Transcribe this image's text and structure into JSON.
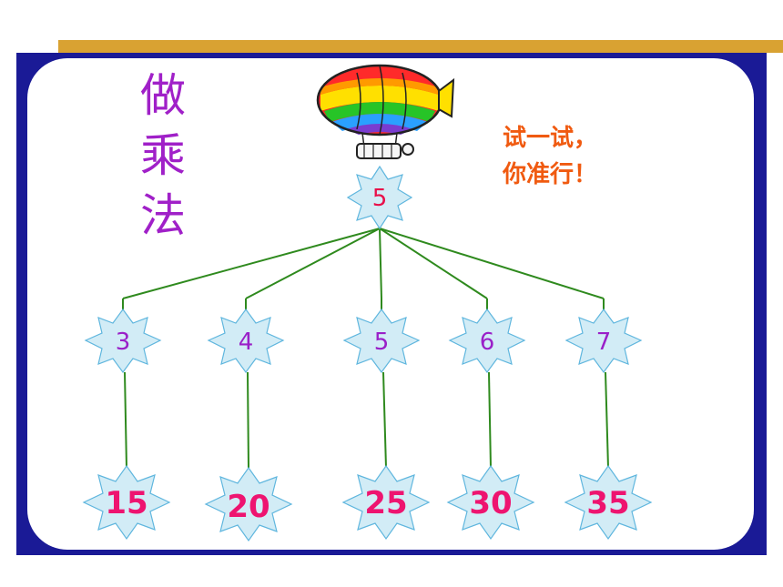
{
  "title_chars": [
    "做",
    "乘",
    "法"
  ],
  "hint_lines": [
    "试一试，",
    "你准行！"
  ],
  "root": "5",
  "factors": [
    "3",
    "4",
    "5",
    "6",
    "7"
  ],
  "products": [
    "15",
    "20",
    "25",
    "30",
    "35"
  ],
  "colors": {
    "frame": "#1a1a96",
    "accent_bar": "#d9a232",
    "title": "#a020c8",
    "hint": "#f05a10",
    "lines": "#2f8a1e",
    "star_fill": "#d2ecf6",
    "star_stroke": "#5fb6de"
  },
  "icons": [
    "airship-icon"
  ]
}
